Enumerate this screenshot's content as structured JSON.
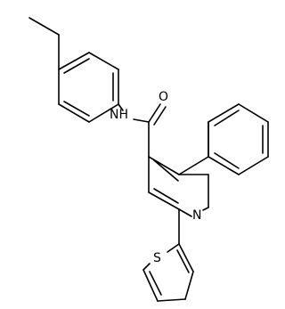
{
  "molecule": {
    "atom_labels": {
      "nh": "NH",
      "o": "O",
      "n": "N",
      "s": "S"
    },
    "colors": {
      "bond": "#000000",
      "label": "#000000",
      "background": "#ffffff"
    }
  }
}
